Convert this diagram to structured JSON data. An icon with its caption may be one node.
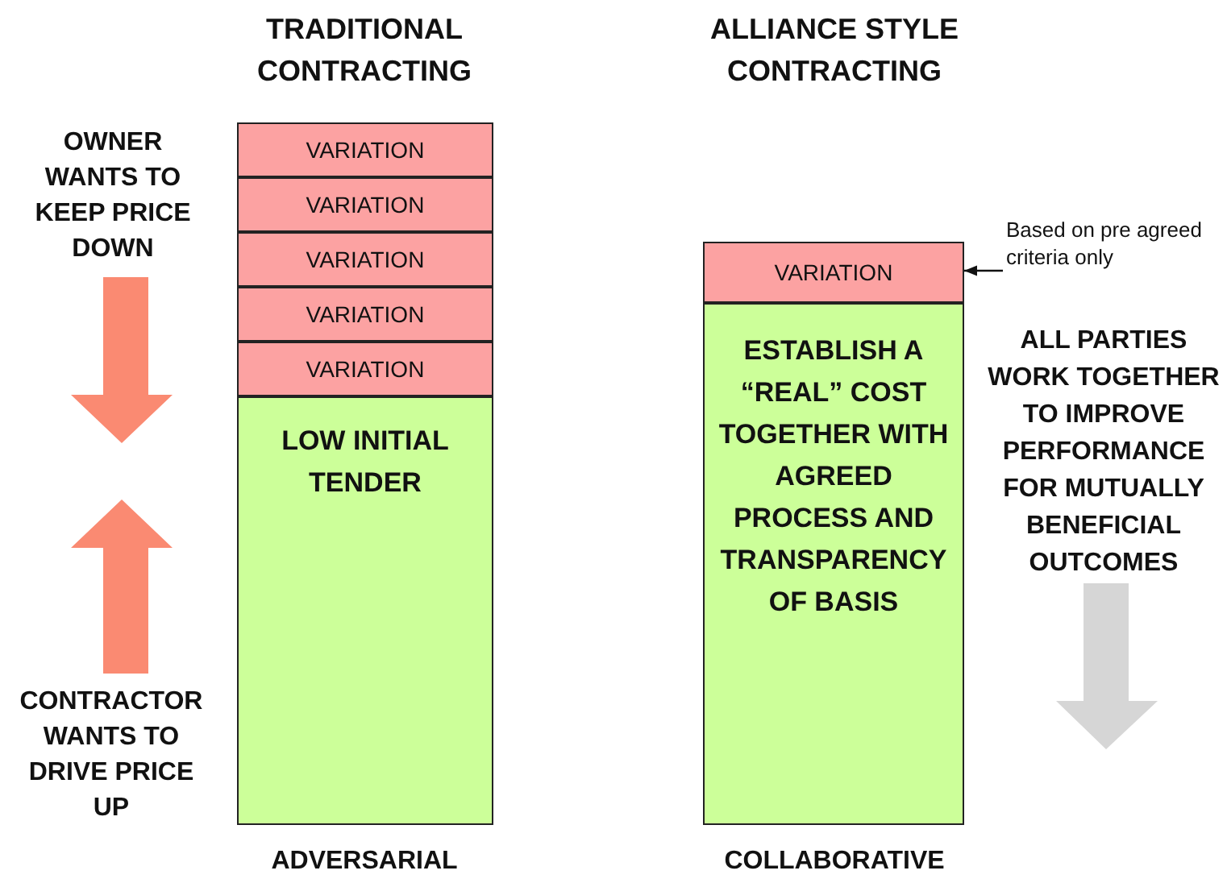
{
  "diagram": {
    "nodes": [
      {
        "text": [
          "VARIATION"
        ]
      },
      {
        "text": [
          "VARIATION"
        ]
      },
      {
        "text": [
          "VARIATION"
        ]
      },
      {
        "text": [
          "VARIATION"
        ]
      },
      {
        "text": [
          "VARIATION"
        ]
      },
      {
        "text": [
          "LOW INITIAL TENDER"
        ]
      },
      {
        "text": [
          "VARIATION"
        ]
      },
      {
        "text": [
          "ESTABLISH A “REAL” COST TOGETHER WITH AGREED PROCESS AND TRANSPARENCY OF BASIS"
        ]
      },
      {
        "text": [
          "Based on pre agreed criteria only"
        ]
      }
    ],
    "edges": [
      {
        "from": 8,
        "to": 6,
        "arrow": "to"
      }
    ],
    "labels": [
      "TRADITIONAL CONTRACTING",
      "ALLIANCE STYLE CONTRACTING",
      "OWNER WANTS TO KEEP PRICE DOWN",
      "ALL PARTIES WORK TOGETHER TO IMPROVE PERFORMANCE FOR MUTUALLY BENEFICIAL OUTCOMES",
      "CONTRACTOR WANTS TO DRIVE PRICE UP",
      "ADVERSARIAL",
      "COLLABORATIVE"
    ]
  }
}
